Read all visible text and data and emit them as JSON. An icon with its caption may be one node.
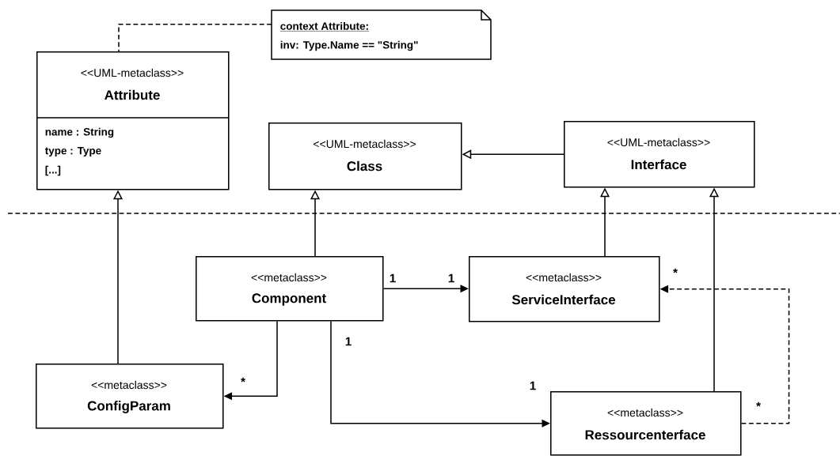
{
  "diagram": {
    "nodes": [
      {
        "text": [
          "context Attribute:",
          "inv: Type.Name == \"String\""
        ]
      },
      {
        "text": [
          "<<UML-metaclass>>",
          "Attribute",
          "name : String",
          "type : Type",
          "[...]"
        ]
      },
      {
        "text": [
          "<<UML-metaclass>>",
          "Class"
        ]
      },
      {
        "text": [
          "<<UML-metaclass>>",
          "Interface"
        ]
      },
      {
        "text": [
          "<<metaclass>>",
          "Component"
        ]
      },
      {
        "text": [
          "<<metaclass>>",
          "ServiceInterface"
        ]
      },
      {
        "text": [
          "<<metaclass>>",
          "ConfigParam"
        ]
      },
      {
        "text": [
          "<<metaclass>>",
          "Ressourcenterface"
        ]
      }
    ],
    "edges": [
      {
        "from": 0,
        "to": 1,
        "arrow": "none",
        "style": "dashed"
      },
      {
        "from": 3,
        "to": 2,
        "arrow": "to"
      },
      {
        "from": 6,
        "to": 1,
        "arrow": "to"
      },
      {
        "from": 4,
        "to": 2,
        "arrow": "to"
      },
      {
        "from": 5,
        "to": 3,
        "arrow": "to"
      },
      {
        "from": 7,
        "to": 3,
        "arrow": "to"
      },
      {
        "from": 4,
        "to": 5,
        "arrow": "to"
      },
      {
        "from": 4,
        "to": 6,
        "arrow": "to"
      },
      {
        "from": 4,
        "to": 7,
        "arrow": "to"
      },
      {
        "from": 7,
        "to": 5,
        "arrow": "to",
        "style": "dashed"
      }
    ],
    "labels": [
      "1",
      "1",
      "*",
      "1",
      "*",
      "1",
      "*"
    ]
  }
}
